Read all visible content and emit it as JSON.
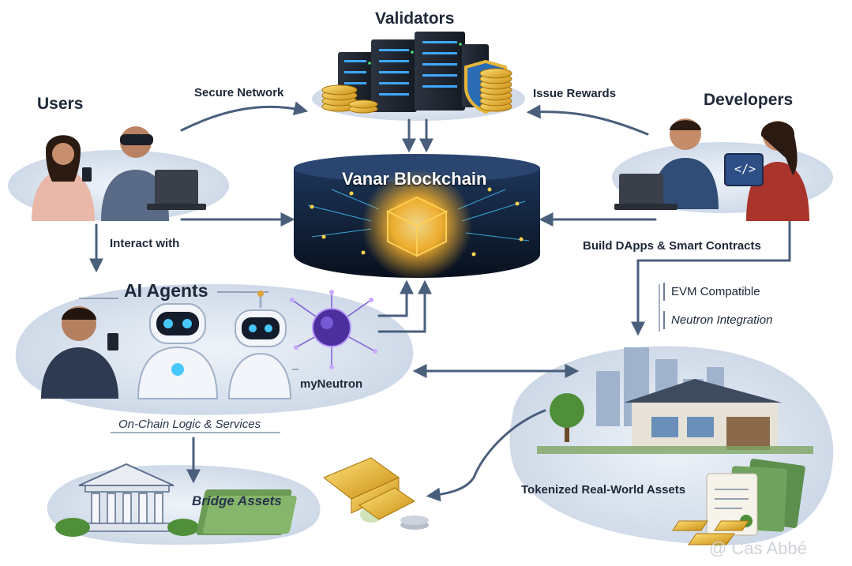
{
  "labels": {
    "validators": "Validators",
    "users": "Users",
    "developers": "Developers",
    "secure_network": "Secure Network",
    "issue_rewards": "Issue Rewards",
    "blockchain": "Vanar Blockchain",
    "interact_with": "Interact with",
    "build_dapps": "Build DApps & Smart Contracts",
    "evm_compatible": "EVM Compatible",
    "neutron_integration": "Neutron Integration",
    "ai_agents": "AI Agents",
    "my_neutron": "myNeutron",
    "on_chain_logic": "On-Chain Logic & Services",
    "bridge_assets": "Bridge Assets",
    "tokenized_rwa": "Tokenized Real-World Assets",
    "watermark": "@ Cas Abbé",
    "dev_screen_code": "</>"
  },
  "colors": {
    "arrow": "#4a5f7c",
    "chain_dark": "#0f1d33",
    "chain_glow": "#ffb62b",
    "cloud": "#d7e1ee",
    "coin": "#d9a520"
  }
}
